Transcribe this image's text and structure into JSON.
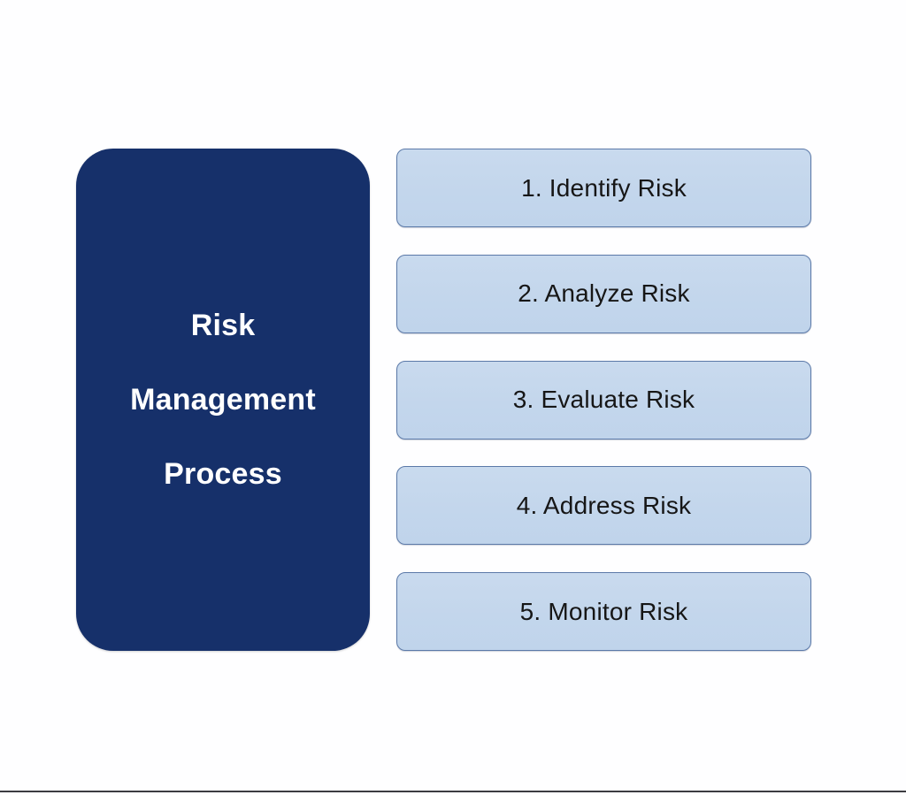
{
  "diagram": {
    "core": {
      "title_lines": [
        "Risk",
        "Management",
        "Process"
      ],
      "fill_color": "#16306a",
      "text_color": "#ffffff"
    },
    "steps": {
      "fill_color": "#c5d8ee",
      "border_color": "#5b79a8",
      "text_color": "#161616",
      "items": [
        {
          "label": "1. Identify Risk"
        },
        {
          "label": "2. Analyze Risk"
        },
        {
          "label": "3. Evaluate Risk"
        },
        {
          "label": "4. Address Risk"
        },
        {
          "label": "5. Monitor Risk"
        }
      ]
    }
  },
  "page": {
    "background_color": "#ffffff",
    "bottom_rule_color": "#3c3c41"
  }
}
